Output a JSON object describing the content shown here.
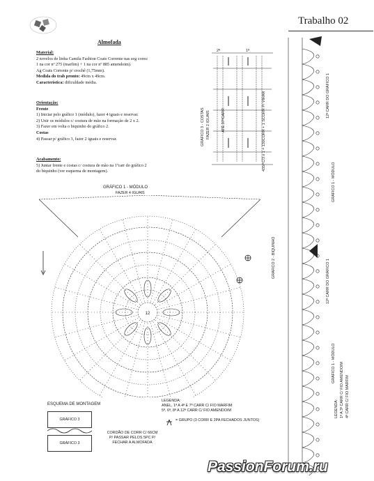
{
  "header": {
    "title": "Trabalho 02"
  },
  "article": {
    "heading": "Almofada",
    "material": {
      "label": "Material:",
      "line1": "2 novelos de linha Camila Fashion Coats Corrente nas seg cores:",
      "line2": "1 na cor nº 275 (marfim) + 1 na cor nº 885 amendoim).",
      "needle": "Ag Coats Corrente p/ crochê (1,75mm).",
      "measure_label": "Medida do trab pronto:",
      "measure_value": "49cm x 49cm.",
      "feature_label": "Característica:",
      "feature_value": "dificuldade média."
    },
    "orientation": {
      "label": "Orientação:",
      "front_label": "Frente",
      "front_steps": [
        "1) Iniciar pelo gráfico 1 (módulo), fazer 4 iguais e reservar.",
        "2) Unir os módulos c/ costura de mão na formação de 2 x 2.",
        "3) Fazer em volta o biquinho do gráfico 2."
      ],
      "back_label": "Costas",
      "back_steps": [
        "4) Passar p/ gráfico 3, fazer 2 iguais e reservar."
      ]
    },
    "finishing": {
      "label": "Acabamento:",
      "line1": "5) Juntar frente e costas c/ costura de mão na 1ªcarr do gráfico 2",
      "line2": "do biquinho (ver esquema de montagem)."
    }
  },
  "chart1": {
    "title": "GRÁFICO 1 - MÓDULO",
    "subtitle": "FAZER 4 IGUAIS",
    "center_number": "12"
  },
  "chart3": {
    "labels": [
      "GRÁFICO 3 - COSTAS",
      "FAZER 2 IGUAIS",
      "ATÉ 37ªCARR",
      "435PC/3 x 1 = 130CORR + 1 SCORR P/ VIRAR",
      "2ª",
      "1ª"
    ]
  },
  "chart2": {
    "labels": [
      "12ª CARR DO GRÁFICO 1",
      "GRÁFICO 1 - MÓDULO",
      "GRÁFICO 2 - BIQUINHO",
      "12ª CARR DO GRÁFICO 1",
      "GRÁFICO 1 - MÓDULO",
      "1ª A 3ª CARR C/ FIO AMENDOIM",
      "4ª CARR C/ FIO MARFIM"
    ],
    "legend_vertical": "LEGENDA:"
  },
  "assembly": {
    "title": "ESQUEMA DE MONTAGEM",
    "box_top": "GRÁFICO 3",
    "box_bottom": "GRÁFICO 3",
    "note1": "CORDÃO DE CORR C/ 66CM",
    "note2": "P/ PASSAR PELOS 5PC P/",
    "note3": "FECHAR A ALMOFADA"
  },
  "legend": {
    "title": "LEGENDA:",
    "line1": "ANEL, 1ª A 4ª E 7ª CARR C/ FIO MARFIM",
    "line2": "5ª, 6ª, 8ª A 12ª CARR C/ FIO AMENDOIM",
    "group": "= GRUPO (3 CORR E 2PA FECHADOS JUNTOS)"
  },
  "watermark": {
    "text": "PassionForum.ru"
  },
  "colors": {
    "ink": "#1a1a1a",
    "paper": "#ffffff"
  }
}
